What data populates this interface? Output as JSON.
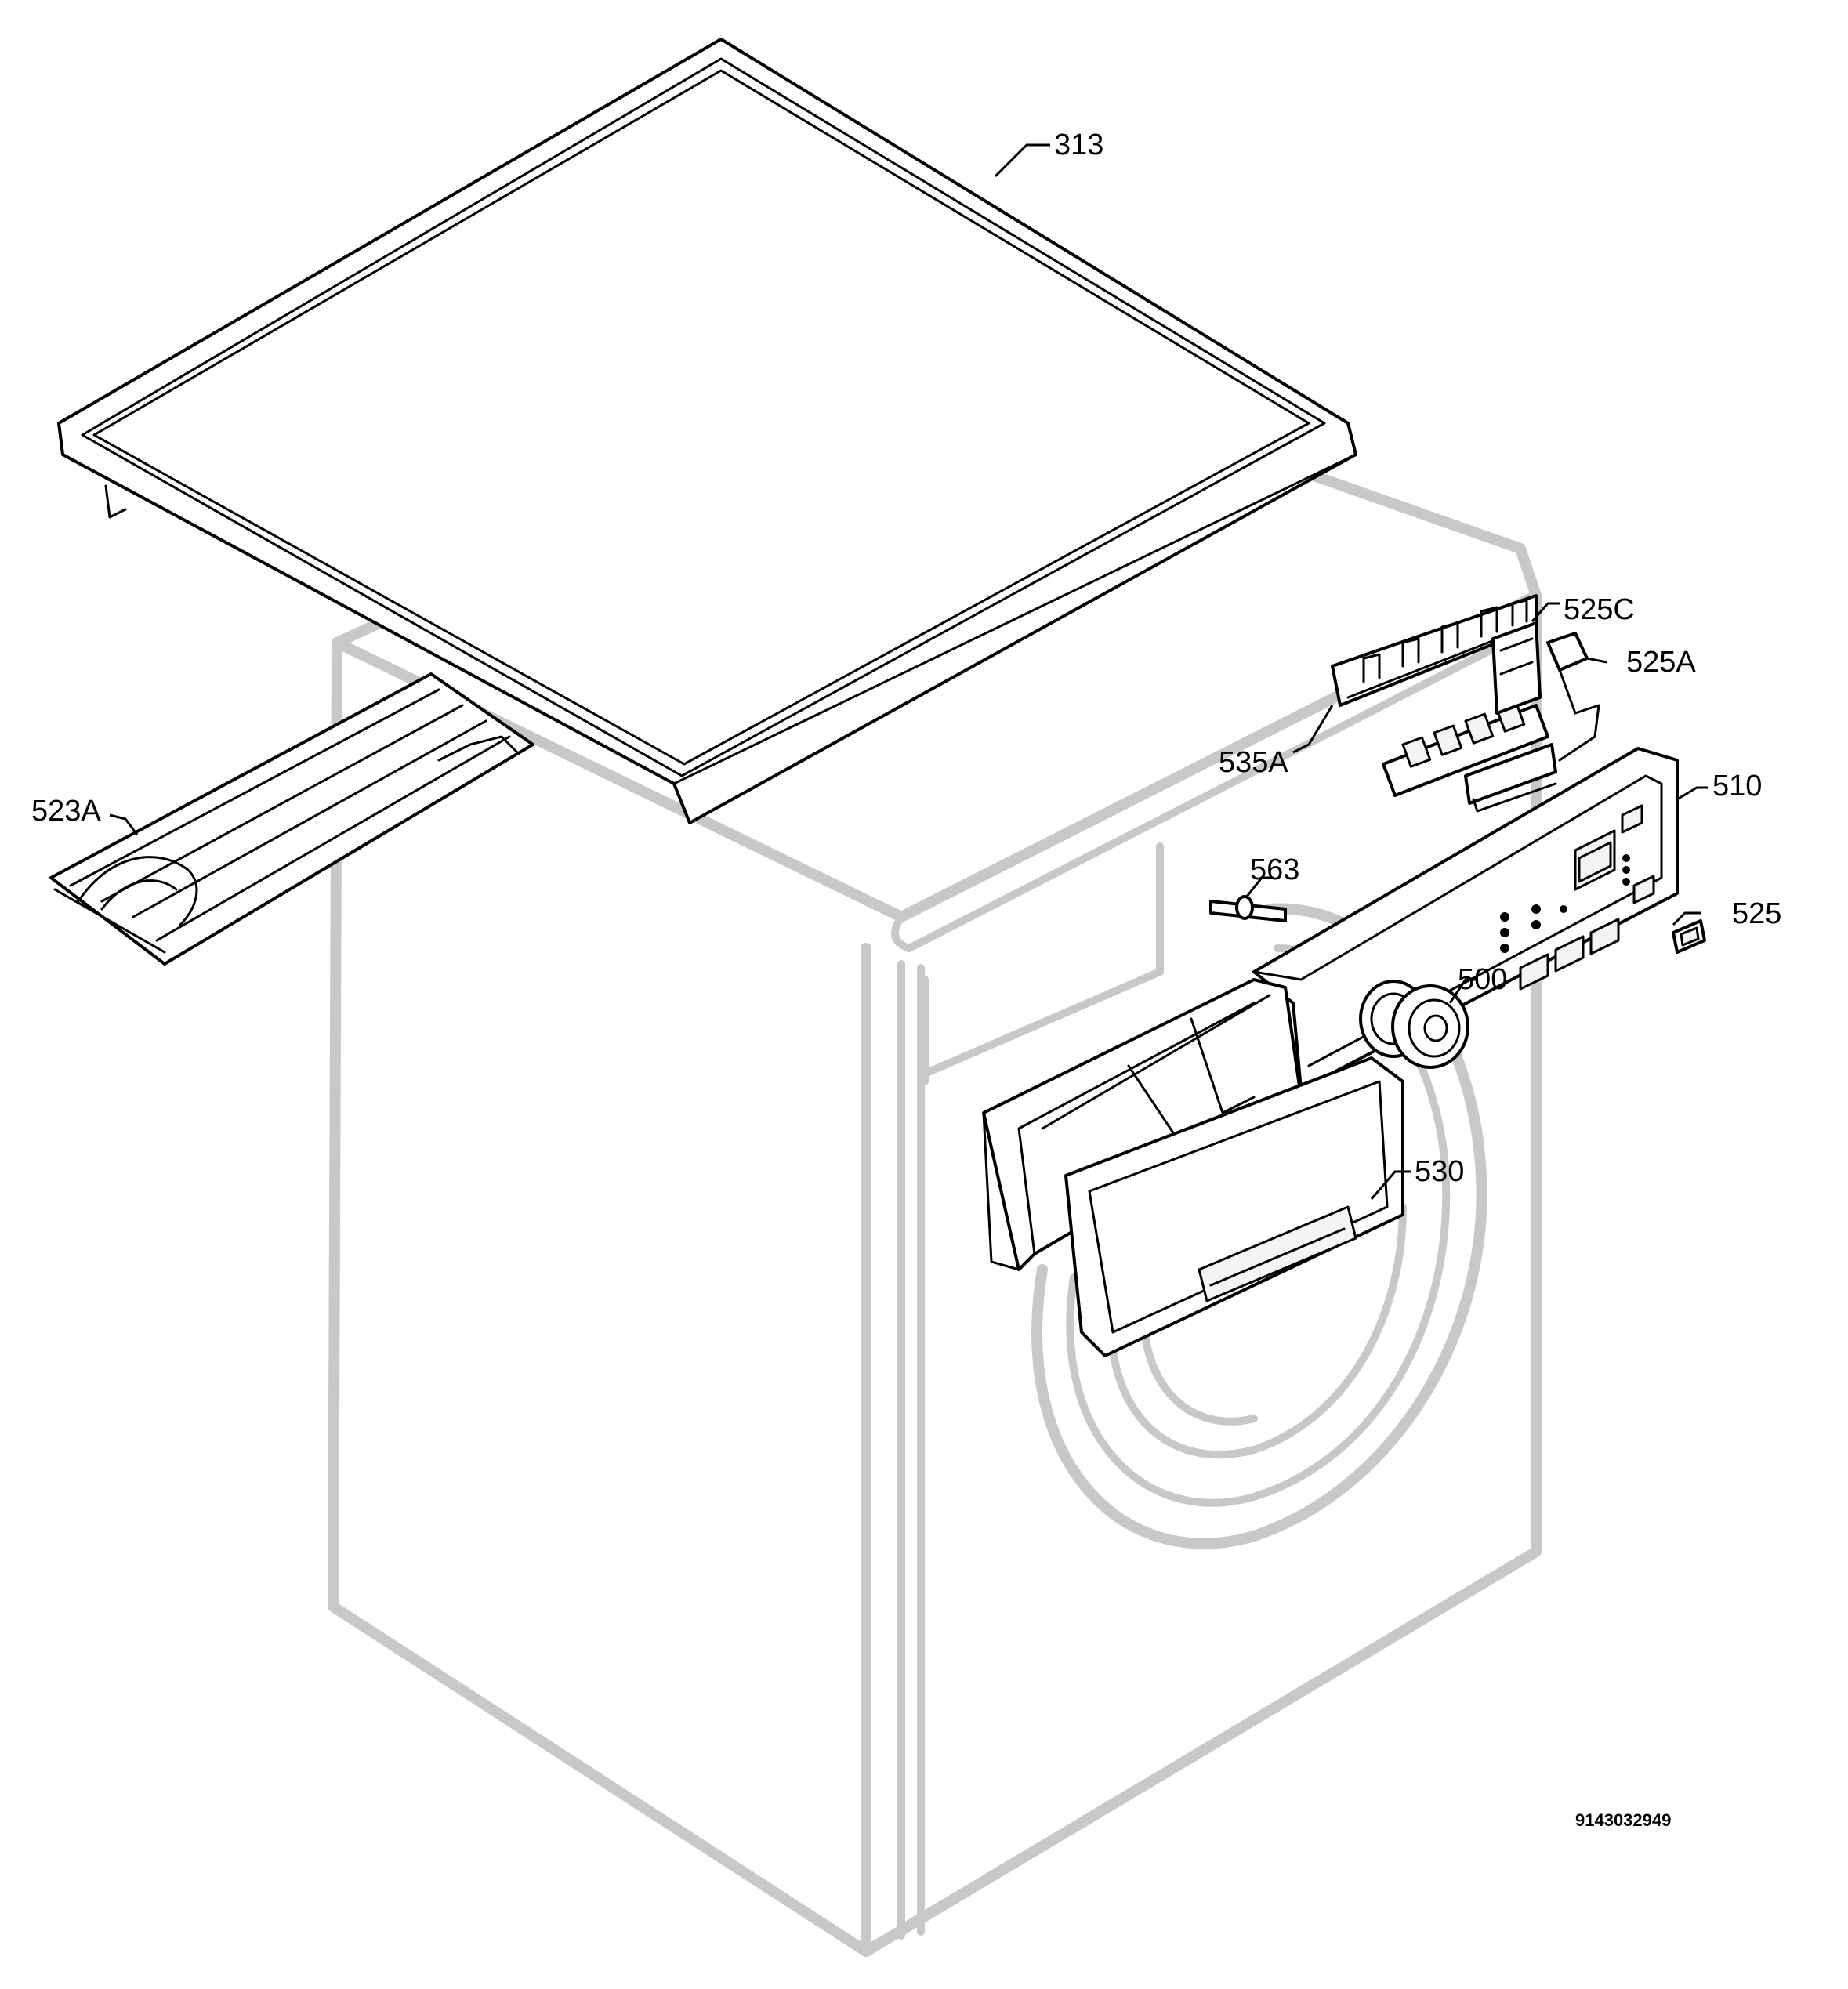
{
  "callouts": {
    "top_cover": "313",
    "display_board": "525C",
    "power_switch_module": "525A",
    "control_board": "535A",
    "control_panel": "510",
    "mounting_rail": "523A",
    "shaft": "563",
    "switch_button": "525",
    "program_knob": "500",
    "detergent_drawer": "530"
  },
  "document_number": "9143032949",
  "colors": {
    "ghost_outline": "#c8c8c8",
    "part_line": "#000000",
    "background": "#ffffff"
  }
}
